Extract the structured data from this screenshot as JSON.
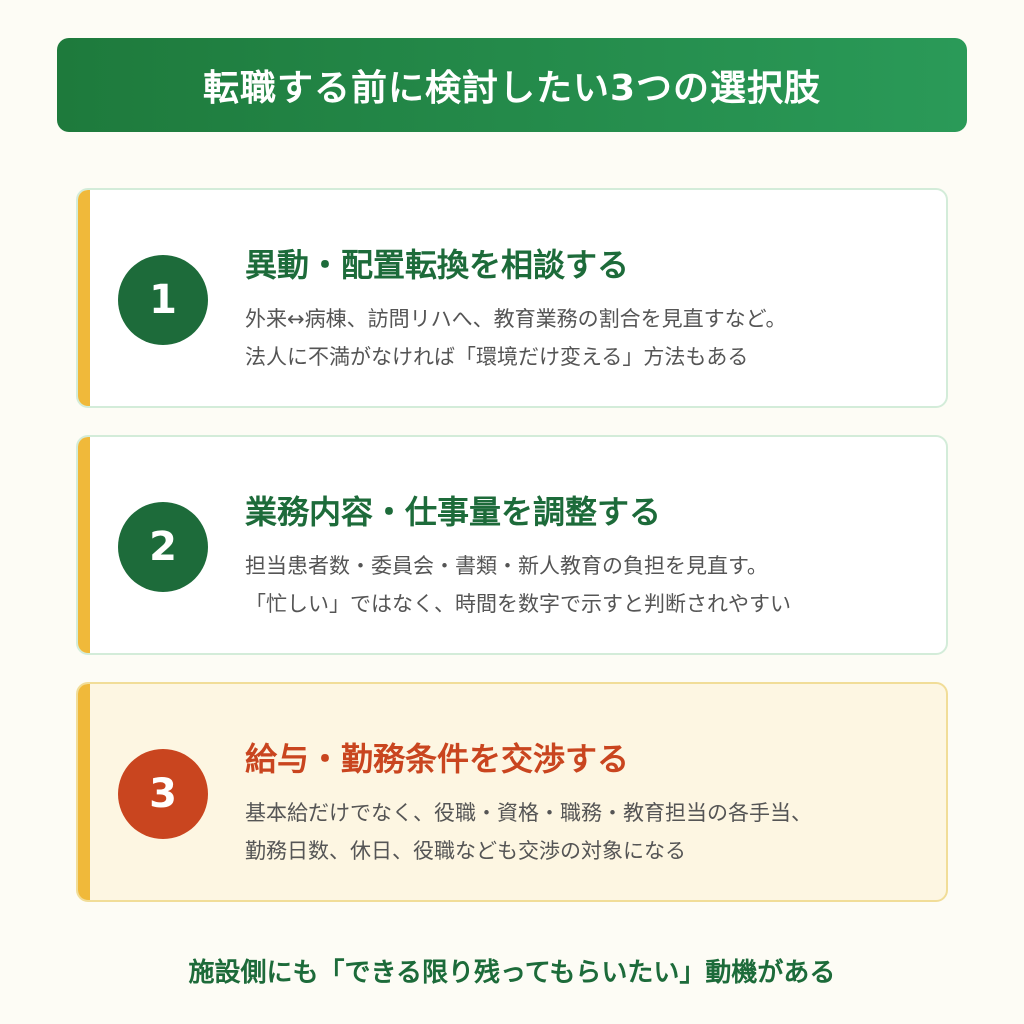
{
  "header": {
    "title": "転職する前に検討したい3つの選択肢"
  },
  "options": [
    {
      "number": "1",
      "title": "異動・配置転換を相談する",
      "lines": [
        "外来↔病棟、訪問リハへ、教育業務の割合を見直すなど。",
        "法人に不満がなければ「環境だけ変える」方法もある"
      ]
    },
    {
      "number": "2",
      "title": "業務内容・仕事量を調整する",
      "lines": [
        "担当患者数・委員会・書類・新人教育の負担を見直す。",
        "「忙しい」ではなく、時間を数字で示すと判断されやすい"
      ]
    },
    {
      "number": "3",
      "title": "給与・勤務条件を交渉する",
      "lines": [
        "基本給だけでなく、役職・資格・職務・教育担当の各手当、",
        "勤務日数、休日、役職なども交渉の対象になる"
      ]
    }
  ],
  "footer": {
    "text": "施設側にも「できる限り残ってもらいたい」動機がある"
  },
  "colors": {
    "header_gradient_start": "#1e7a3c",
    "header_gradient_end": "#2a9a58",
    "accent_green": "#1d6b3a",
    "accent_orange": "#c9451f",
    "bar_yellow": "#f0b93a",
    "background": "#fdfcf5"
  }
}
